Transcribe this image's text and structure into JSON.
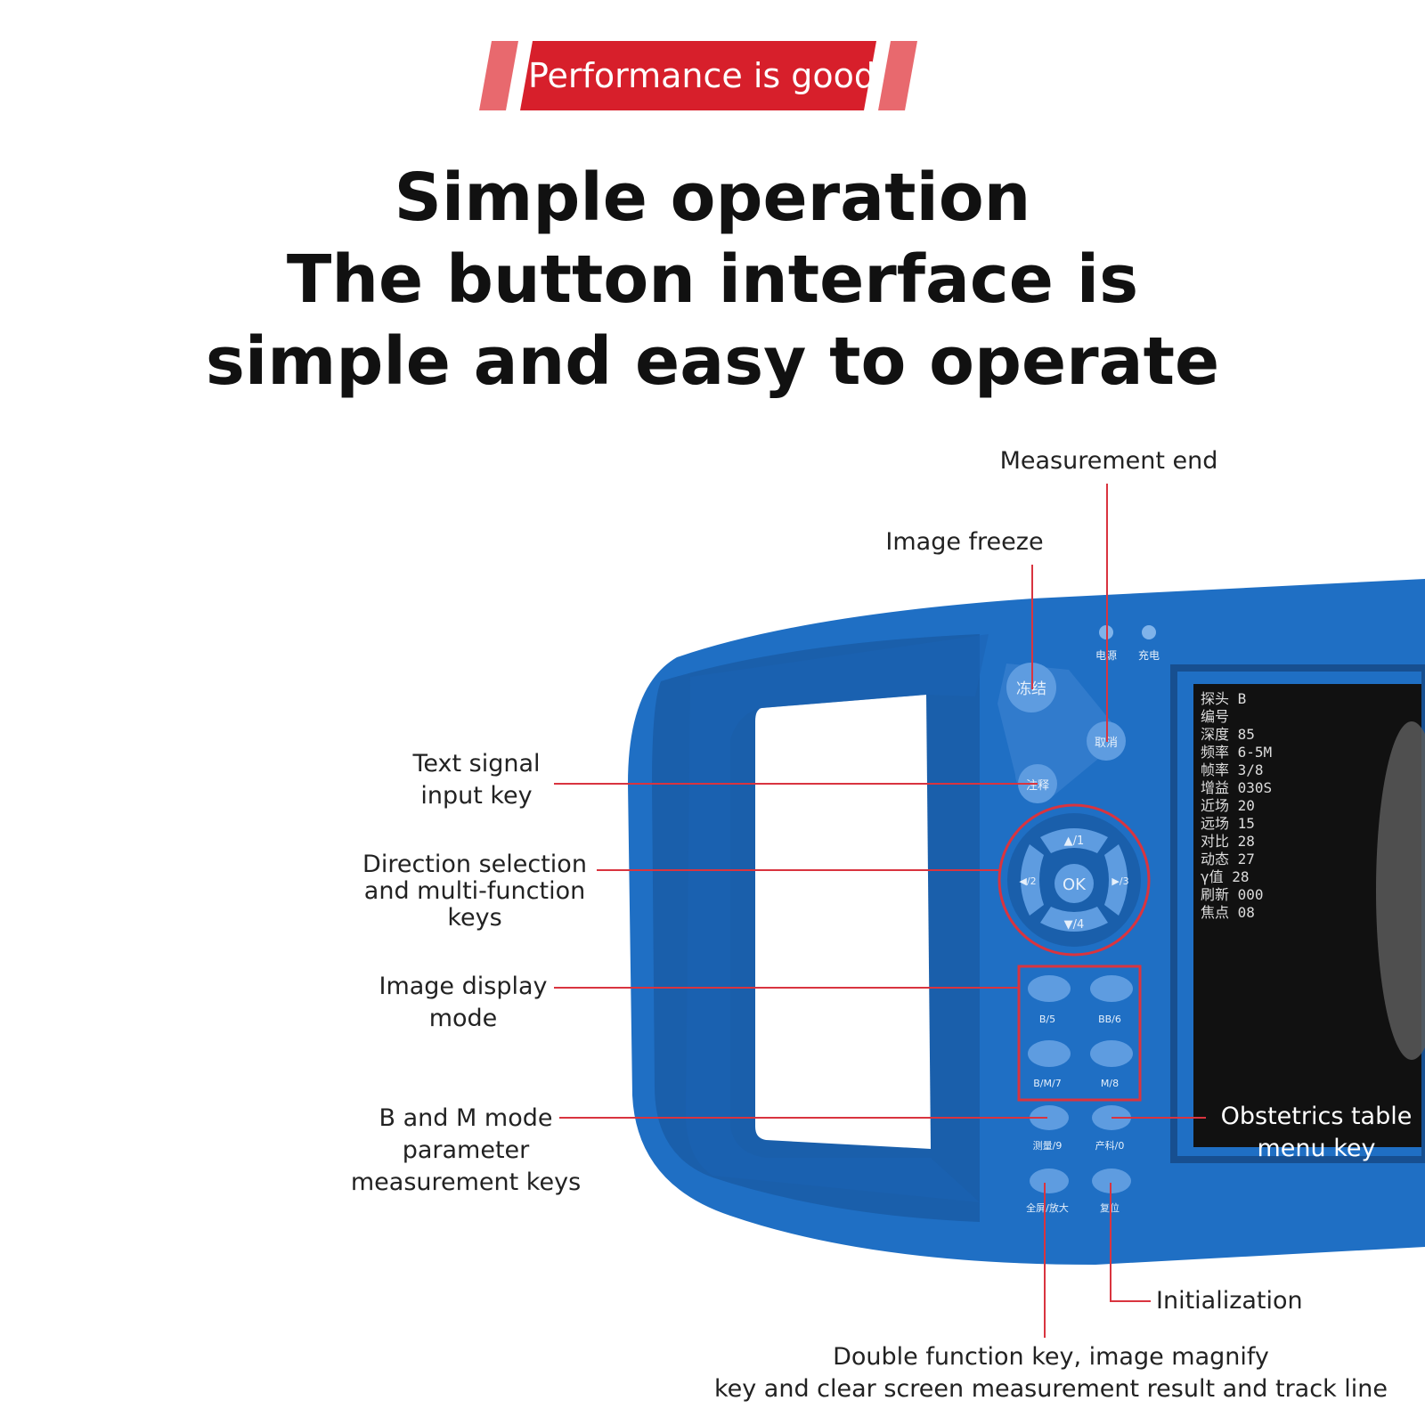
{
  "banner": {
    "text": "Performance is good",
    "color": "#d71f2b"
  },
  "headline": {
    "line1": "Simple operation",
    "line2": "The button interface is",
    "line3": "simple and easy to operate"
  },
  "labels": {
    "measurement_end": "Measurement end",
    "image_freeze": "Image freeze",
    "text_signal_line1": "Text signal",
    "text_signal_line2": "input key",
    "direction_line1": "Direction selection",
    "direction_line2": "and multi-function",
    "direction_line3": "keys",
    "display_mode_line1": "Image display",
    "display_mode_line2": "mode",
    "bm_line1": "B and M mode",
    "bm_line2": "parameter",
    "bm_line3": "measurement keys",
    "obstetrics_line1": "Obstetrics table",
    "obstetrics_line2": "menu key",
    "initialization": "Initialization",
    "double_line1": "Double function key, image magnify",
    "double_line2": "key and clear screen measurement result and track line"
  },
  "device": {
    "body_color": "#1f6fc4",
    "button_color": "#5e9ce0",
    "screen_color": "#111111",
    "keys": {
      "freeze": "冻结",
      "cancel": "取消",
      "text": "注释",
      "ok": "OK",
      "up": "▲/1",
      "down": "▼/4",
      "left": "◀/2",
      "right": "▶/3",
      "b": "B/5",
      "bb": "BB/6",
      "bm": "B/M/7",
      "m": "M/8",
      "measure": "测量/9",
      "obstetrics": "产科/0",
      "double": "全屏/放大",
      "reset": "复位"
    },
    "leds": {
      "power": "电源",
      "charge": "充电"
    },
    "screen_lines": [
      "探头 B",
      "编号",
      "深度 85",
      "频率 6-5M",
      "帧率 3/8",
      "增益 030S",
      "近场 20",
      "远场 15",
      "对比 28",
      "动态 27",
      "γ值 28",
      "刷新 000",
      "焦点 08"
    ]
  }
}
